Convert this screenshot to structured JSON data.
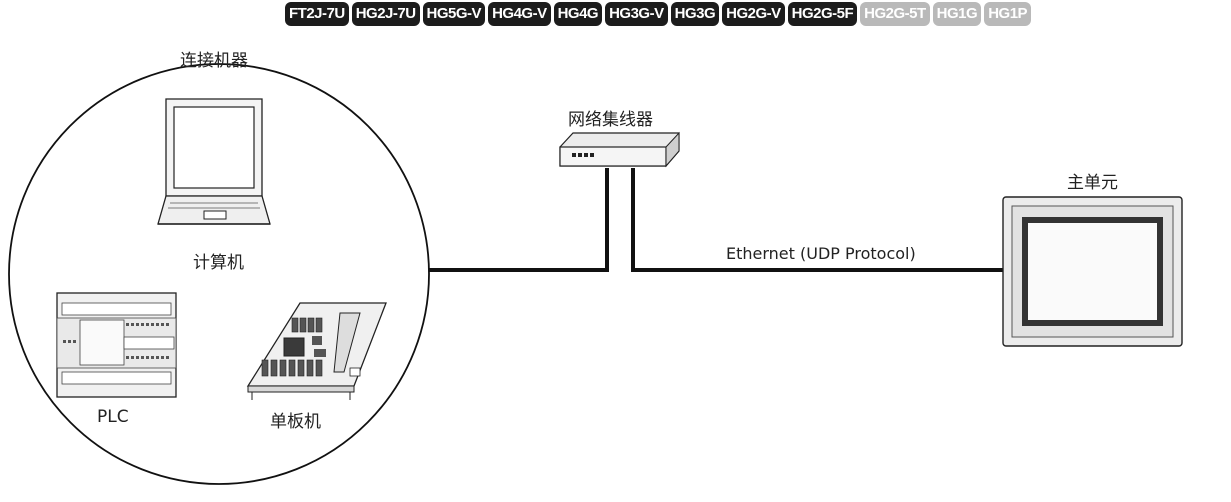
{
  "models": [
    {
      "label": "FT2J-7U",
      "active": true
    },
    {
      "label": "HG2J-7U",
      "active": true
    },
    {
      "label": "HG5G-V",
      "active": true
    },
    {
      "label": "HG4G-V",
      "active": true
    },
    {
      "label": "HG4G",
      "active": true
    },
    {
      "label": "HG3G-V",
      "active": true
    },
    {
      "label": "HG3G",
      "active": true
    },
    {
      "label": "HG2G-V",
      "active": true
    },
    {
      "label": "HG2G-5F",
      "active": true
    },
    {
      "label": "HG2G-5T",
      "active": false
    },
    {
      "label": "HG1G",
      "active": false
    },
    {
      "label": "HG1P",
      "active": false
    }
  ],
  "diagram": {
    "connected_devices_label": "连接机器",
    "computer_label": "计算机",
    "plc_label": "PLC",
    "sbc_label": "单板机",
    "hub_label": "网络集线器",
    "main_unit_label": "主单元",
    "link_label": "Ethernet (UDP Protocol)"
  },
  "colors": {
    "tag_active": "#1c1c1c",
    "tag_inactive": "#b9b9b9"
  }
}
